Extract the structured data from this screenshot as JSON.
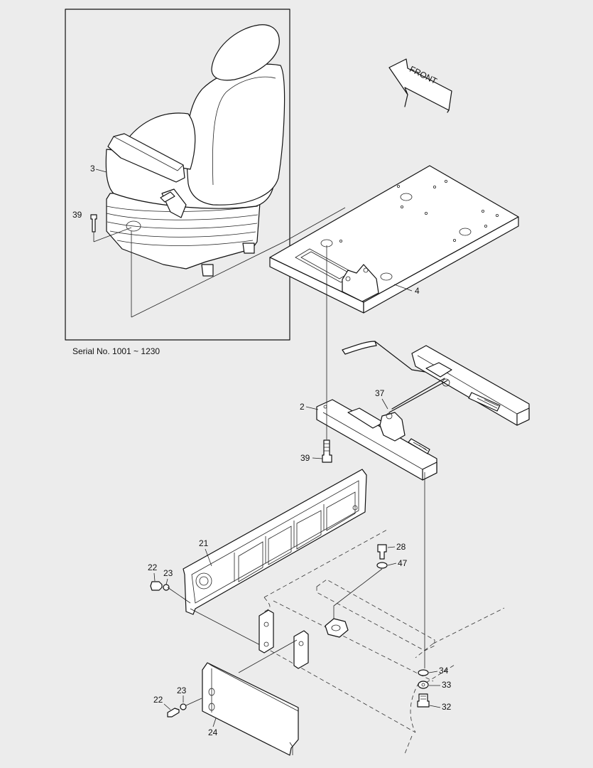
{
  "serial_note": "Serial No. 1001 ~ 1230",
  "front_label": "FRONT",
  "callouts": {
    "c3": "3",
    "c39a": "39",
    "c4": "4",
    "c37": "37",
    "c2": "2",
    "c39b": "39",
    "c21": "21",
    "c22a": "22",
    "c23a": "23",
    "c28": "28",
    "c47": "47",
    "c34": "34",
    "c33": "33",
    "c32": "32",
    "c22b": "22",
    "c23b": "23",
    "c24": "24"
  }
}
